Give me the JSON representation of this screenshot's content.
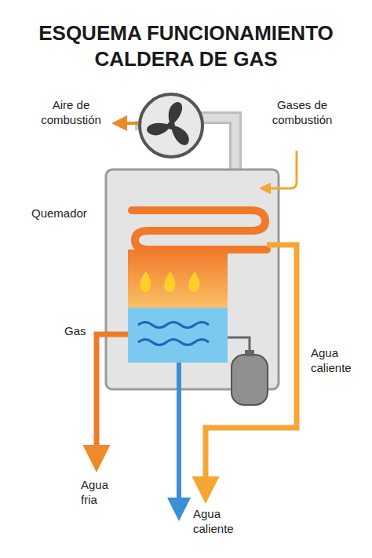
{
  "diagram": {
    "title": "ESQUEMA FUNCIONAMIENTO CALDERA DE GAS",
    "labels": [
      "Aire de combustión",
      "Gases de combustión",
      "Quemador",
      "Gas",
      "Agua caliente",
      "Agua fria",
      "Agua caliente"
    ]
  }
}
